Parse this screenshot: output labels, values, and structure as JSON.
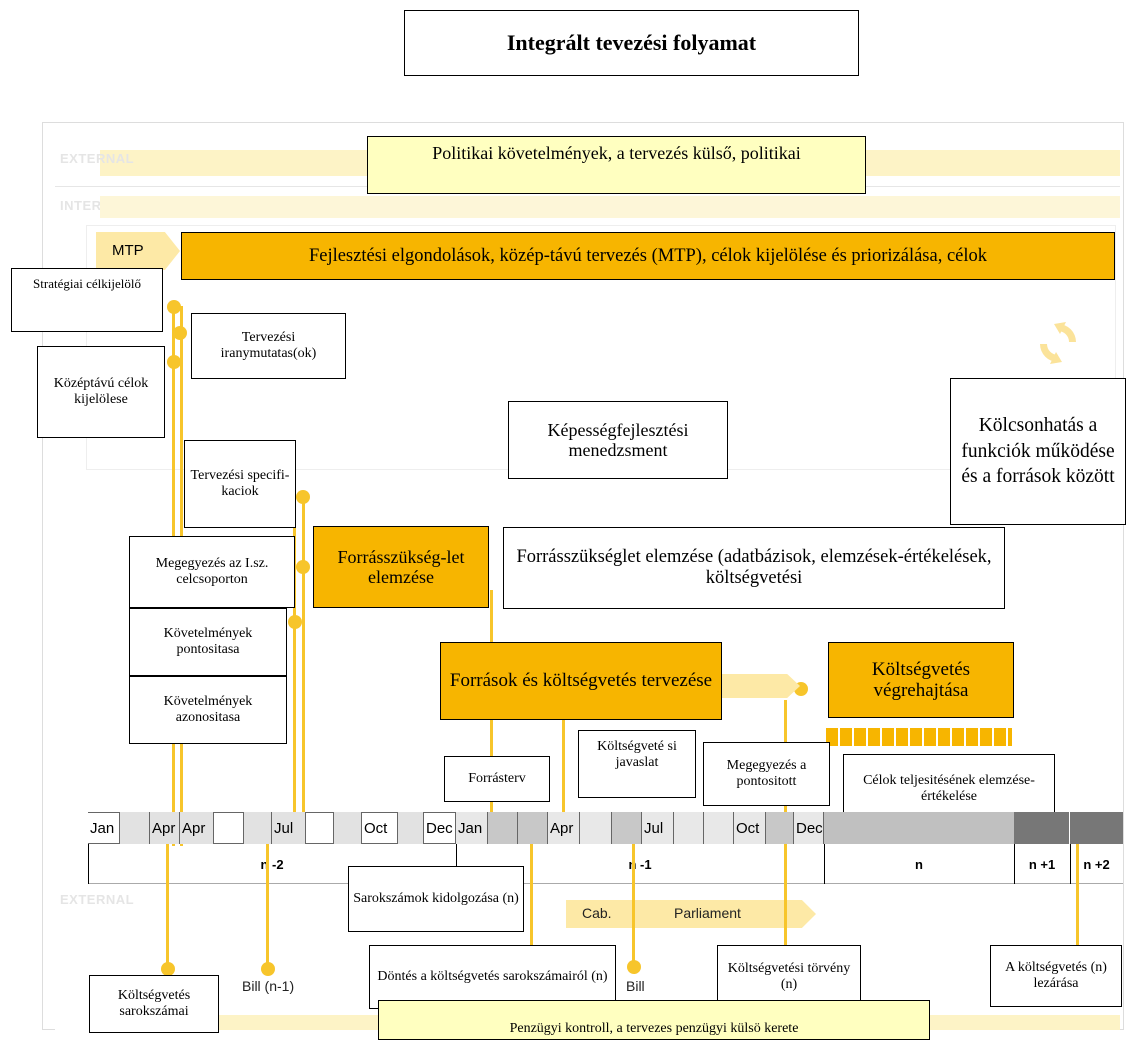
{
  "title": "Integrált tevezési folyamat",
  "lane_tags": {
    "external_top": "EXTERNAL",
    "internal": "INTERNAL",
    "mtp": "MTP",
    "external_bottom": "EXTERNAL"
  },
  "boxes": {
    "politikai": "Politikai követelmények, a tervezés külső, politikai",
    "fejlesztesi": "Fejlesztési elgondolások, közép-távú tervezés (MTP), célok kijelölése és priorizálása, célok",
    "strategiai": "Stratégiai célkijelölő",
    "tervezesi_iranymutatas": "Tervezési iranymutatas(ok)",
    "kozeptavu": "Középtávú célok kijelölese",
    "kepessegfejlesztesi": "Képességfejlesztési menedzsment",
    "kolcsonhatas": "Kölcsonhatás a funkciók működése és a források között",
    "tervezesi_specifikaciok": "Tervezési specifi-kaciok",
    "megegyezes_celcsoport": "Megegyezés az I.sz. celcsoporton",
    "forrasszukseglet": "Forrásszükség-let elemzése",
    "forrasszukseglet_elemzese": "Forrásszükséglet elemzése (adatbázisok, elemzések-értékelések, költségvetési",
    "kovetelmenyek_pontositasa": "Követelmények pontositasa",
    "forrasok_koltsegvetes": "Források és költségvetés tervezése",
    "koltsegvetes_vegrehajtasa": "Költségvetés végrehajtása",
    "kovetelmenyek_azonositasa": "Követelmények azonositasa",
    "koltsegvetesi_javaslat": "Költségveté si javaslat",
    "megegyezes_pontositott": "Megegyezés a pontositott",
    "forrasterv": "Forrásterv",
    "celok_teljesitesenek": "Célok teljesitésének elemzése-értékelése",
    "sarokszamok_kidolgozasa": "Sarokszámok kidolgozása (n)",
    "koltsegvetes_sarokszamai": "Költségvetés sarokszámai",
    "dontes": "Döntés a költségvetés sarokszámairól (n)",
    "koltsegvetesi_torveny": "Költségvetési törvény (n)",
    "lezarasa": "A költségvetés (n) lezárása",
    "penzugyi_kontroll": "Penzügyi kontroll, a tervezes penzügyi külsö kerete"
  },
  "months_a": [
    "Jan",
    "",
    "Apr",
    "",
    "Jul",
    "",
    "Oct",
    "",
    "Dec"
  ],
  "months_b": [
    "Jan",
    "",
    "Apr",
    "",
    "Jul",
    "",
    "Oct",
    "",
    "Dec"
  ],
  "periods": {
    "n_minus_2": "n -2",
    "n_minus_1": "n -1",
    "n": "n",
    "n_plus_1": "n +1",
    "n_plus_2": "n +2"
  },
  "timeline_labels": {
    "bill_n_minus_1": "Bill (n-1)",
    "bill": "Bill",
    "cab": "Cab.",
    "parliament": "Parliament"
  },
  "colors": {
    "orange": "#f7b500",
    "light_yellow": "#ffffc0",
    "band": "#fdf3c6",
    "line": "#f7c52b",
    "dark_bar": "#777777"
  }
}
